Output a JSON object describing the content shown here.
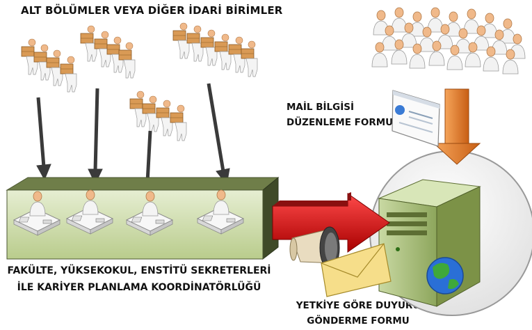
{
  "title": "ALT BÖLÜMLER VEYA DİĞER İDARİ BİRİMLER",
  "mail_form": {
    "line1": "MAİL BİLGİSİ",
    "line2": "DÜZENLEME FORMU"
  },
  "units_label": {
    "line1": "FAKÜLTE, YÜKSEKOKUL, ENSTİTÜ SEKRETERLERİ",
    "line2": "İLE KARİYER PLANLAMA KOORDİNATÖRLÜĞÜ"
  },
  "notice_form": {
    "line1": "YETKİYE GÖRE DUYURU",
    "line2": "GÖNDERME FORMU"
  },
  "colors": {
    "platform": "#5c6b3a",
    "platform_top": "#d7e4bd",
    "red_arrow": "#d40000",
    "orange_arrow": "#e07a2a",
    "server": "#b6c98a",
    "circle": "#eeeeee"
  }
}
